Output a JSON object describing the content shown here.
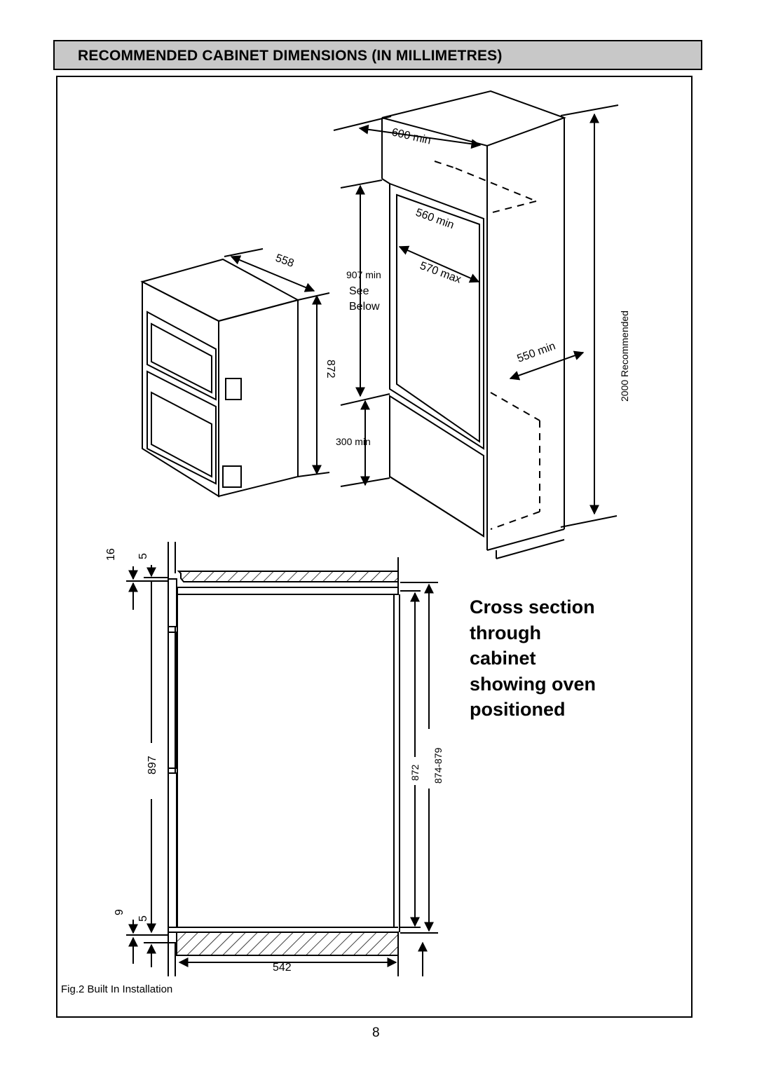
{
  "header": {
    "title": "RECOMMENDED CABINET DIMENSIONS (IN MILLIMETRES)"
  },
  "cross_section_heading": [
    "Cross section",
    "through",
    "cabinet",
    "showing oven",
    "positioned"
  ],
  "caption": "Fig.2 Built In Installation",
  "page_number": "8",
  "dimensions": {
    "top_width": "600 min",
    "inner_width": "560 min",
    "inner_width_max": "570 max",
    "depth": "550 min",
    "height_total": "2000 Recommended",
    "opening_height": "907 min",
    "see": "See",
    "below": "Below",
    "base_height": "300 min",
    "oven_depth": "558",
    "oven_height": "872",
    "cs_16": "16",
    "cs_5_top": "5",
    "cs_897": "897",
    "cs_9": "9",
    "cs_5_bottom": "5",
    "cs_872": "872",
    "cs_874_879": "874-879",
    "cs_542": "542"
  }
}
